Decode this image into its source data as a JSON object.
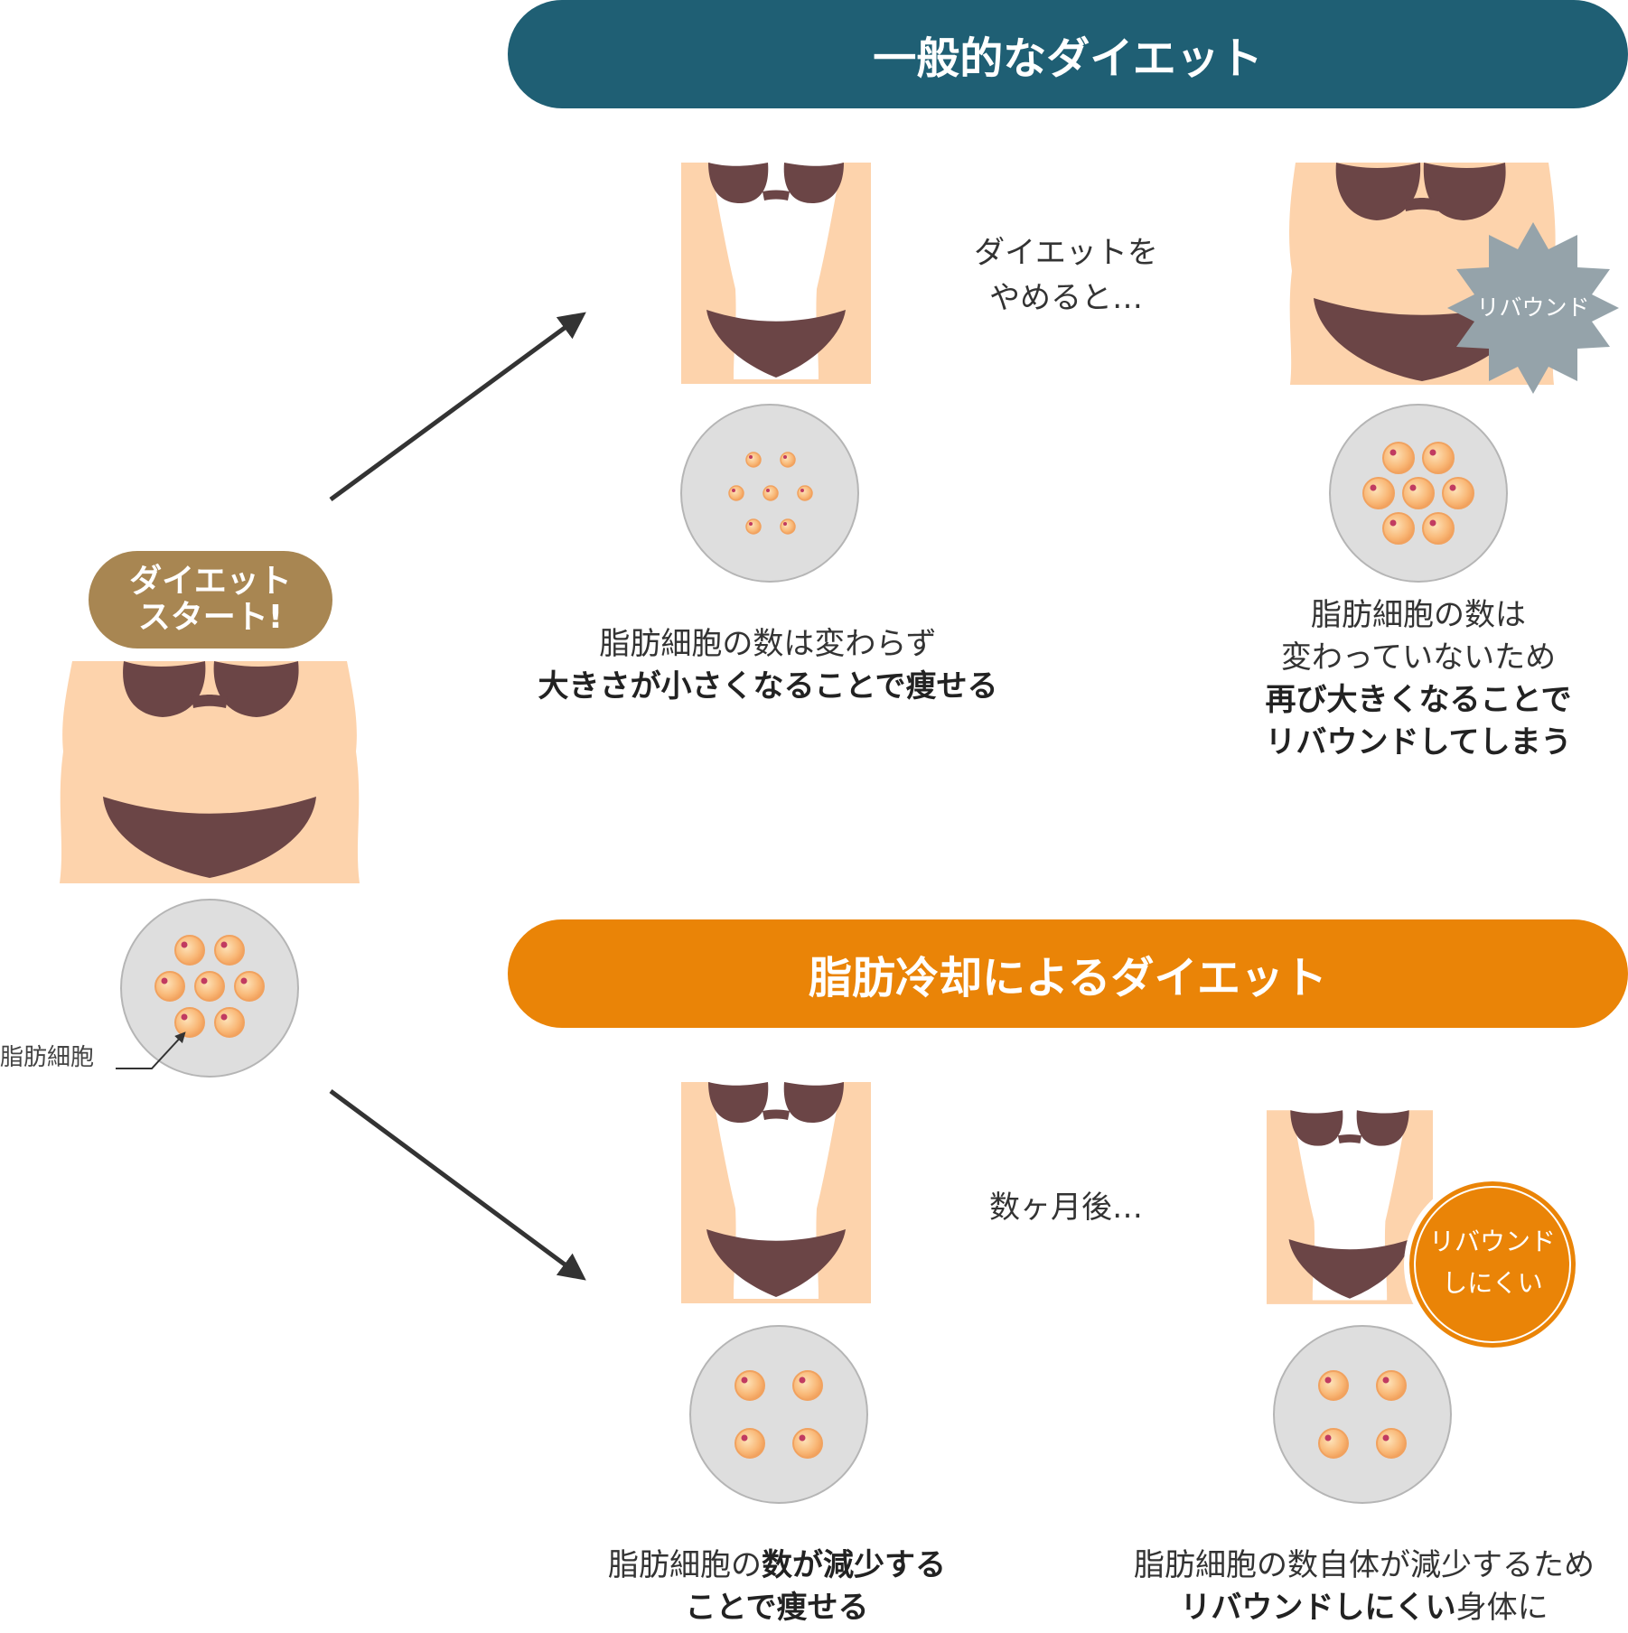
{
  "headers": {
    "normal": "一般的なダイエット",
    "cooling": "脂肪冷却によるダイエット"
  },
  "start": {
    "badge_line1": "ダイエット",
    "badge_line2": "スタート!",
    "fat_cell_label": "脂肪細胞"
  },
  "normal": {
    "transition_line1": "ダイエットを",
    "transition_line2": "やめると…",
    "rebound_badge": "リバウンド",
    "caption1_line1": "脂肪細胞の数は変わらず",
    "caption1_line2": "大きさが小さくなることで痩せる",
    "caption2_line1": "脂肪細胞の数は",
    "caption2_line2": "変わっていないため",
    "caption2_line3": "再び大きくなることで",
    "caption2_line4": "リバウンドしてしまう"
  },
  "cooling": {
    "transition": "数ヶ月後…",
    "badge_line1": "リバウンド",
    "badge_line2": "しにくい",
    "caption1_line1_a": "脂肪細胞の",
    "caption1_line1_b": "数が減少する",
    "caption1_line2": "ことで痩せる",
    "caption2_line1": "脂肪細胞の数自体が減少するため",
    "caption2_line2_a": "リバウンドしにくい",
    "caption2_line2_b": "身体に"
  },
  "colors": {
    "normal_header": "#1f5f74",
    "cooling_header": "#ea8407",
    "start_badge": "#a88652",
    "skin": "#fdd3ac",
    "bikini": "#6b4546",
    "circle_bg": "#dedede",
    "rebound_star": "#95a3aa",
    "arrow": "#333333"
  }
}
